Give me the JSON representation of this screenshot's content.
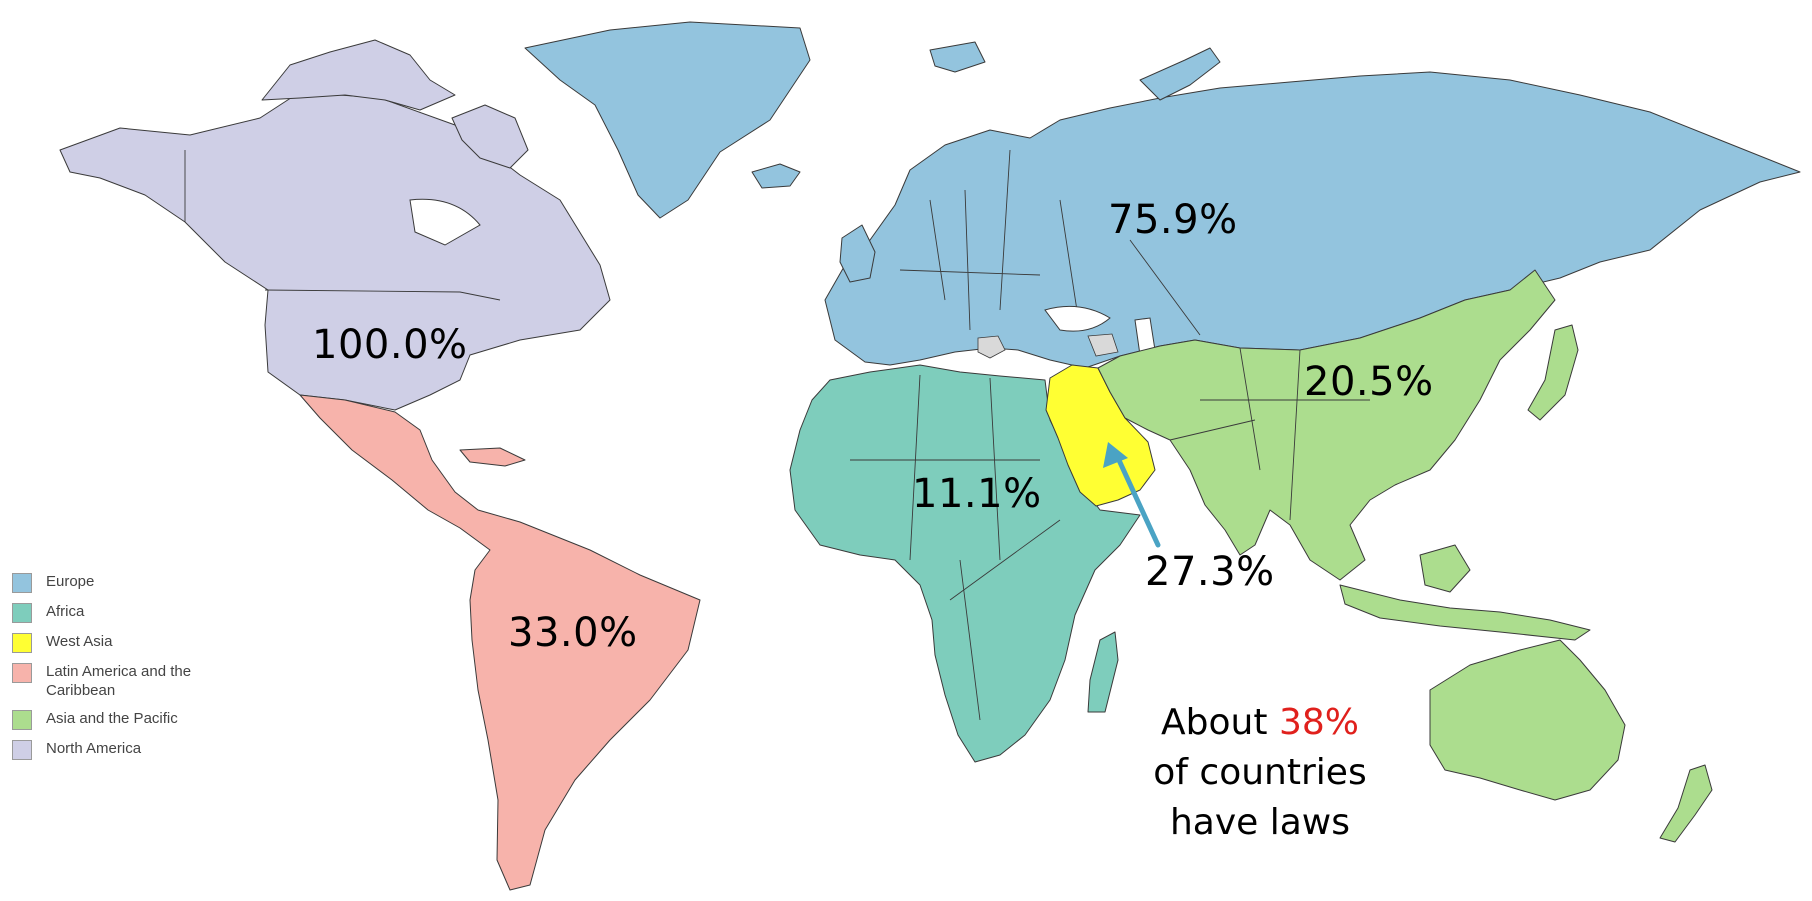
{
  "map": {
    "regions": [
      {
        "key": "europe",
        "name": "Europe",
        "color": "#93c4de",
        "value": "75.9%"
      },
      {
        "key": "africa",
        "name": "Africa",
        "color": "#7ecdbc",
        "value": "11.1%"
      },
      {
        "key": "west_asia",
        "name": "West Asia",
        "color": "#ffff33",
        "value": "27.3%"
      },
      {
        "key": "latam",
        "name": "Latin America and the Caribbean",
        "color": "#f7b3ab",
        "value": "33.0%"
      },
      {
        "key": "asia_pacific",
        "name": "Asia and the Pacific",
        "color": "#acdd8e",
        "value": "20.5%"
      },
      {
        "key": "north_america",
        "name": "North America",
        "color": "#cfcfe6",
        "value": "100.0%"
      }
    ],
    "other_color": "#d9d9d9",
    "arrow_color": "#4aa3c4"
  },
  "note": {
    "prefix": "About ",
    "highlight": "38%",
    "line2": "of countries",
    "line3": "have laws",
    "highlight_color": "#e0201c"
  }
}
